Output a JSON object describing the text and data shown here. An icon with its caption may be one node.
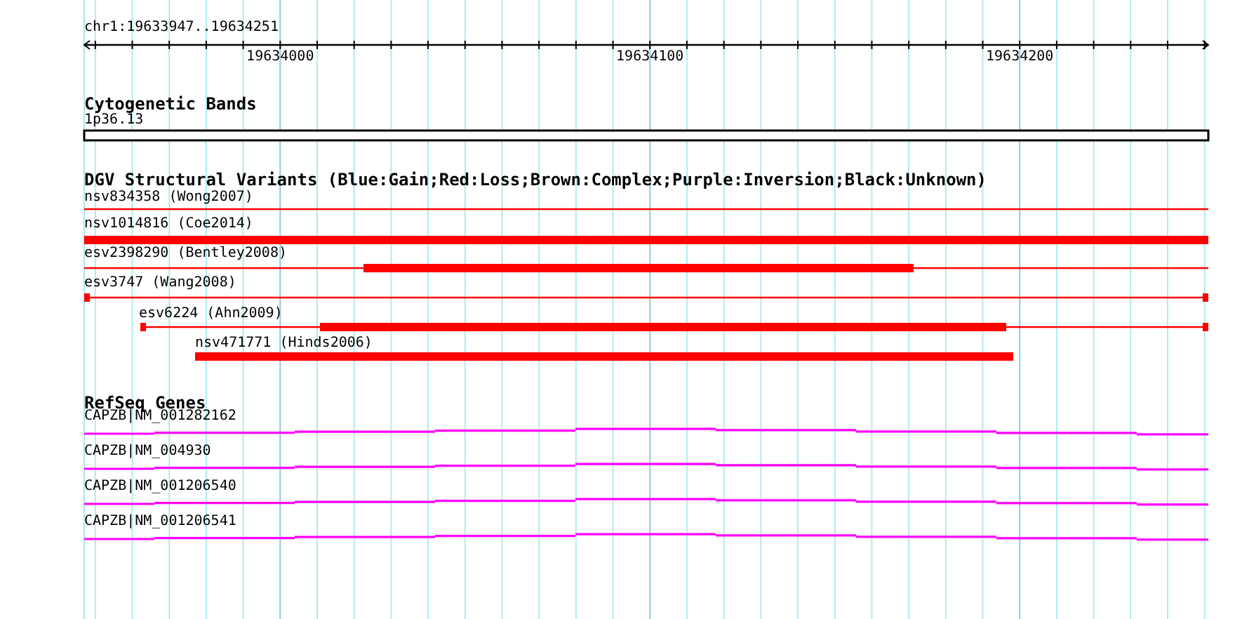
{
  "diagram": {
    "nodes": [
      {
        "text": [
          "1p36.13"
        ]
      },
      {
        "text": [
          "nsv834358 (Wong2007)"
        ]
      },
      {
        "text": [
          "nsv1014816 (Coe2014)"
        ]
      },
      {
        "text": [
          "esv2398290 (Bentley2008)"
        ]
      },
      {
        "text": [
          "esv3747 (Wang2008)"
        ]
      },
      {
        "text": [
          "esv6224 (Ahn2009)"
        ]
      },
      {
        "text": [
          "nsv471771 (Hinds2006)"
        ]
      },
      {
        "text": [
          "CAPZB|NM_001282162"
        ]
      },
      {
        "text": [
          "CAPZB|NM_004930"
        ]
      },
      {
        "text": [
          "CAPZB|NM_001206540"
        ]
      },
      {
        "text": [
          "CAPZB|NM_001206541"
        ]
      }
    ],
    "labels": [
      "chr1:19633947..19634251",
      "19634000",
      "19634100",
      "19634200",
      "Cytogenetic Bands",
      "DGV Structural Variants (Blue:Gain;Red:Loss;Brown:Complex;Purple:Inversion;Black:Unknown)",
      "RefSeq Genes"
    ]
  }
}
